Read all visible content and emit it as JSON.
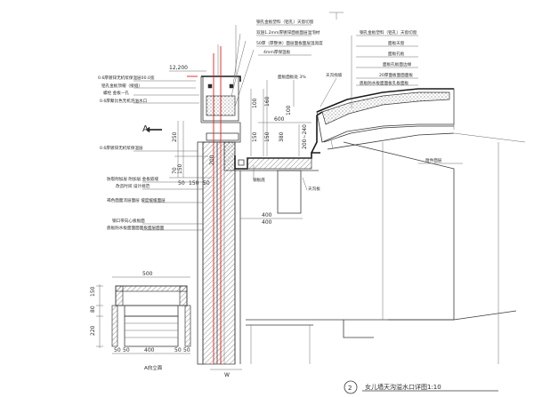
{
  "drawing": {
    "title": "女儿墙天沟溢水口详图1:10",
    "detail_number": "2",
    "elevation_label": "A",
    "elevation_title": "A向立面",
    "left_notes": [
      "0.6厚镀锌无机浆保温层00.0宽",
      "铝孔金板顶帽（接缝）",
      "螺栓 金板—孔",
      "0.6厚聚比色无机泡溢水口",
      "0.6厚镀锌无机浆保温层",
      "防裂附加层 附加层 金板嵌缝",
      "改造时间 设计规范",
      "褐色面面流层面层 坡度缓缓面层",
      "钢口带向心板板面",
      "底板防水板面面面面板面层面面"
    ],
    "top_notes": [
      "钢孔金板塑料（铝孔）天窗切窗",
      "双翅1.2mm厚镀锌面板面层温泡材",
      "50厚（厚整体）面层面板面层温宽度",
      "4mm厚保温板",
      "钢孔金板塑料（铝孔）天窗切窗",
      "面板天窗",
      "面板孔板",
      "面板孔板面边缘",
      "20厚面板面面面板",
      "底板防水板面面板孔板面板"
    ],
    "middle_notes": [
      "面板面板处 3%",
      "天沟找坡",
      "钢板底",
      "天沟板",
      "附件面层"
    ],
    "dimensions": {
      "top_offset": "12,200",
      "d600": "600",
      "d400_main": "400",
      "d200_240": "200~240",
      "d150_a": "150",
      "d150_b": "150",
      "d100": "100",
      "d160": "160",
      "d250": "250",
      "d50_a": "50",
      "d50_b": "50",
      "d150_c": "150",
      "d150_d": "150",
      "d70": "70",
      "d200": "200",
      "d380": "380",
      "d100_b": "100",
      "d400_mid": "400",
      "elev_500": "500",
      "elev_400": "400",
      "elev_150": "150",
      "elev_80": "80",
      "elev_220": "220",
      "elev_50a": "50",
      "elev_50b": "50",
      "elev_50c": "50",
      "elev_50d": "50",
      "bot_w": "W"
    }
  }
}
